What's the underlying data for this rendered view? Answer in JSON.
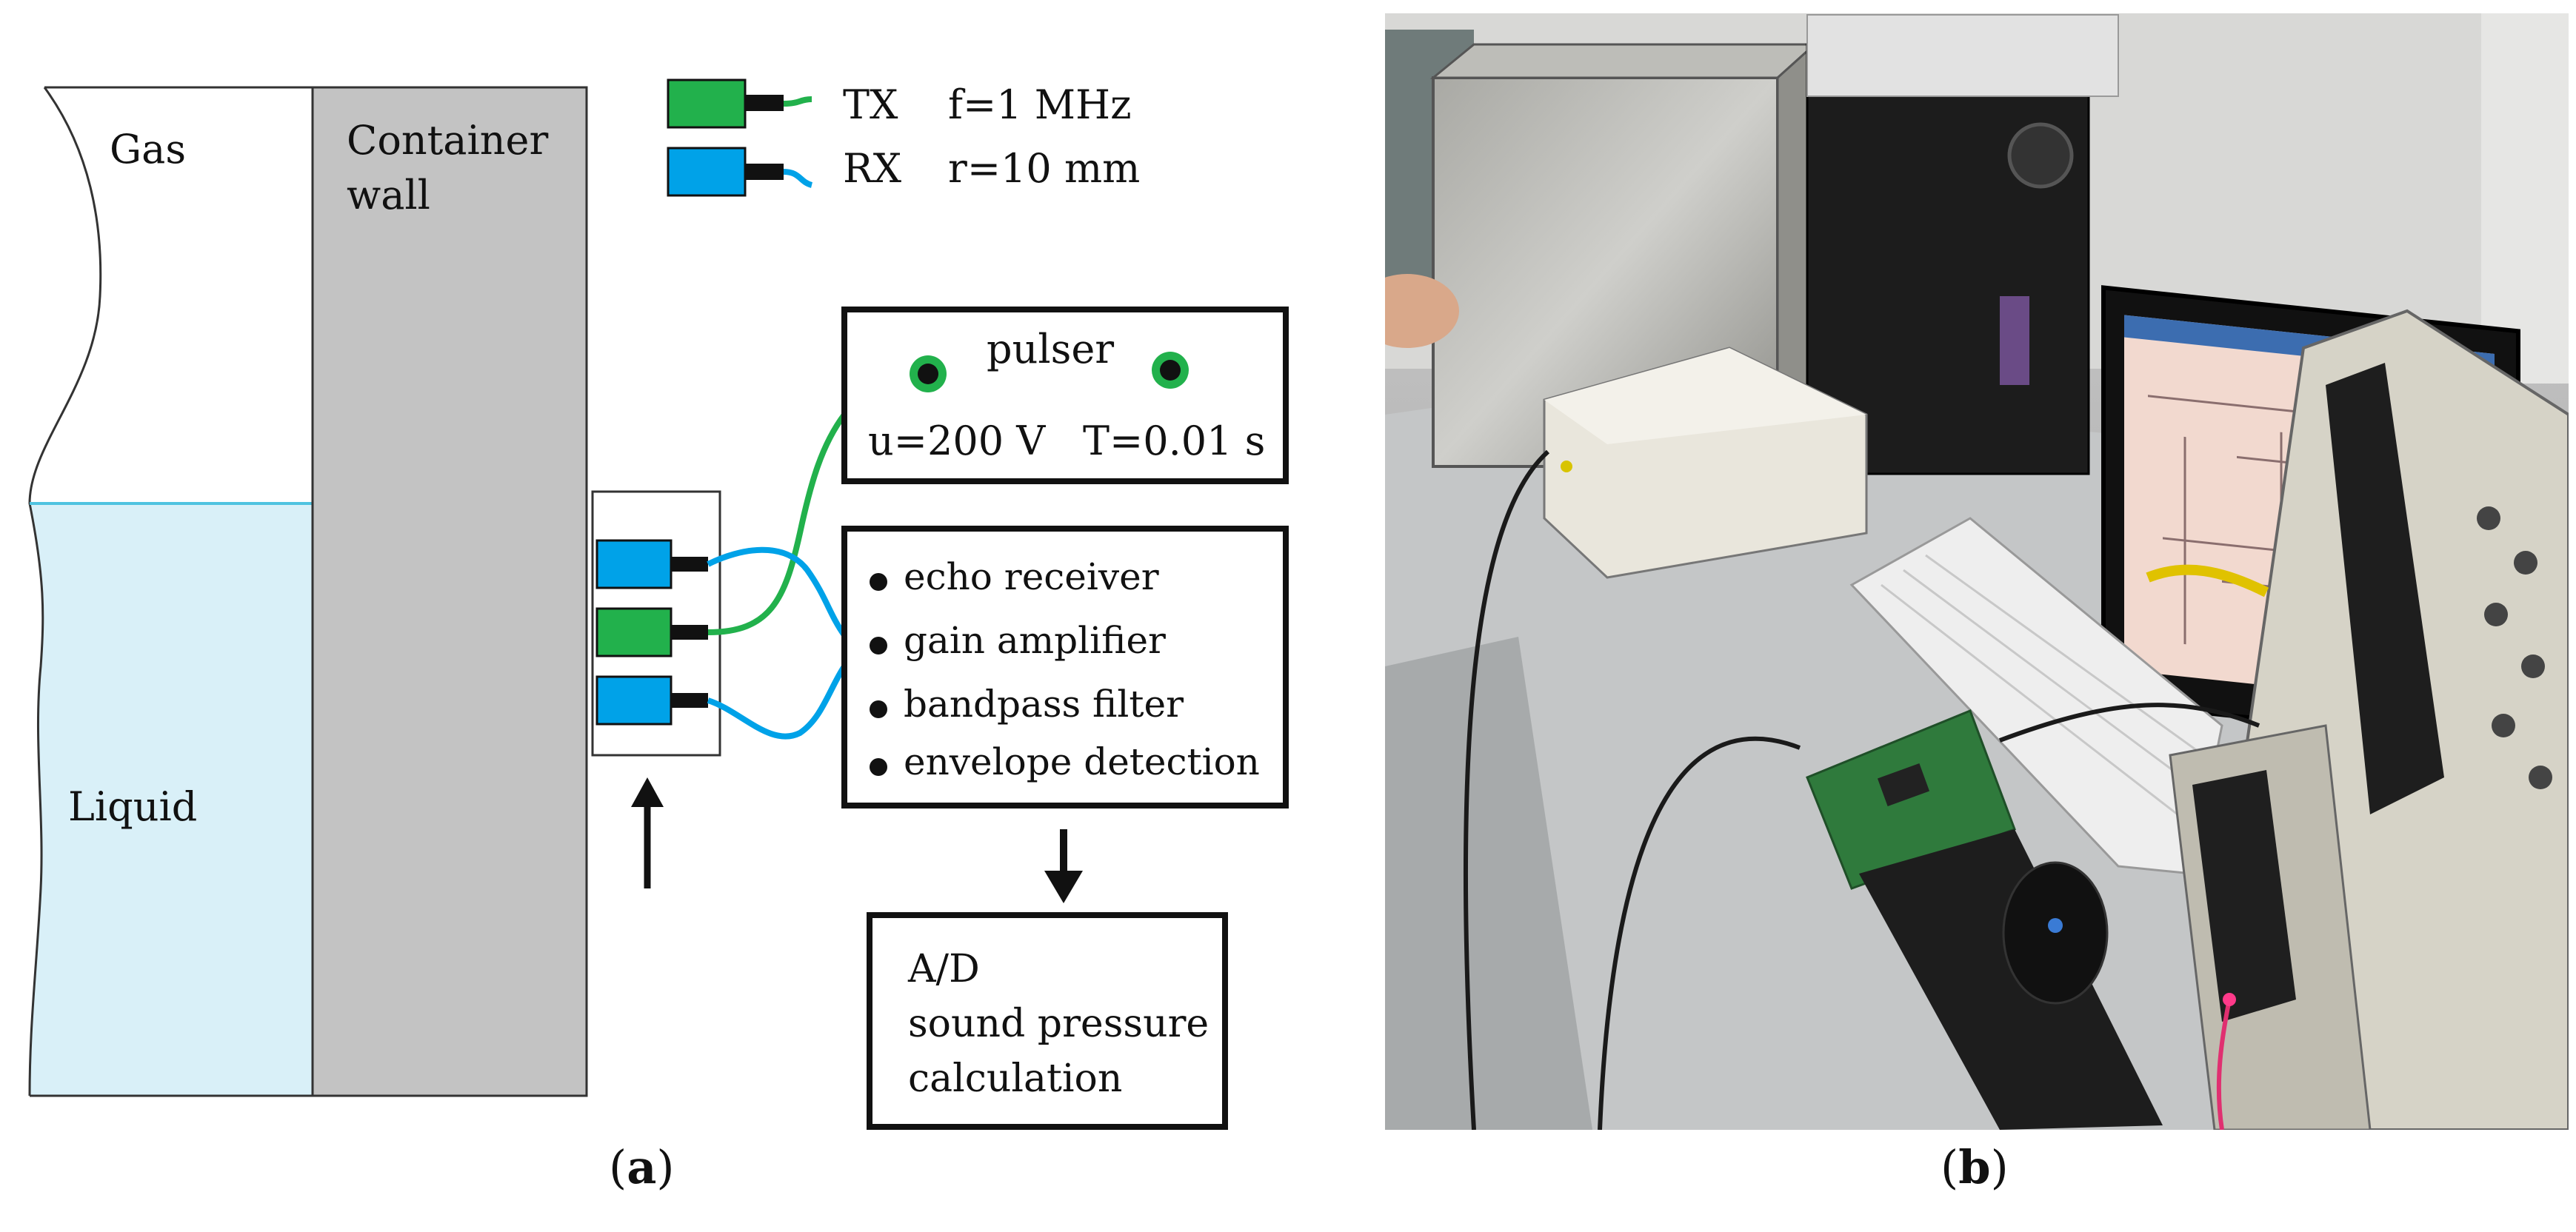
{
  "panel_a": {
    "gas_label": "Gas",
    "liquid_label": "Liquid",
    "wall_label_line1": "Container",
    "wall_label_line2": "wall",
    "legend": [
      {
        "code": "TX",
        "param": "f=1 MHz",
        "color": "#22b14c"
      },
      {
        "code": "RX",
        "param": "r=10 mm",
        "color": "#00a2e8"
      }
    ],
    "pulser": {
      "title": "pulser",
      "voltage": "u=200 V",
      "period": "T=0.01 s"
    },
    "processing_steps": [
      "echo receiver",
      "gain amplifier",
      "bandpass filter",
      "envelope detection"
    ],
    "output_box": [
      "A/D",
      "sound pressure",
      "calculation"
    ],
    "colors": {
      "liquid_fill": "#d9f0f8",
      "liquid_line": "#4fc3e0",
      "wall_fill": "#c3c3c3",
      "tx": "#22b14c",
      "rx": "#00a2e8"
    }
  },
  "panel_b": {
    "description_icon": "lab-setup-photo"
  },
  "captions": {
    "a": "a",
    "b": "b"
  }
}
